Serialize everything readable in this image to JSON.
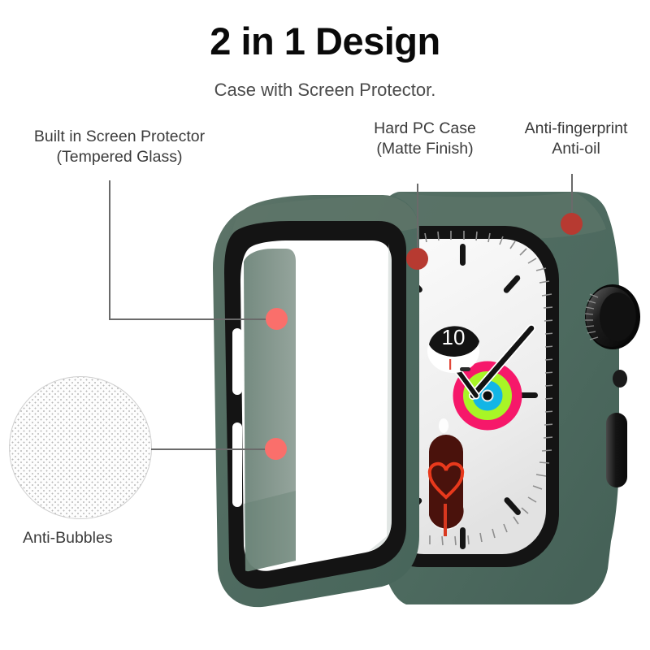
{
  "header": {
    "title": "2 in 1 Design",
    "subtitle": "Case with Screen Protector."
  },
  "callouts": [
    {
      "id": "screen-protector",
      "text": "Built in Screen Protector\n(Tempered Glass)",
      "dot_color": "#fa6f6b"
    },
    {
      "id": "hard-pc-case",
      "text": "Hard PC Case\n(Matte Finish)",
      "dot_color": "#b73a31"
    },
    {
      "id": "anti-fingerprint",
      "text": "Anti-fingerprint\nAnti-oil",
      "dot_color": "#b73a31"
    },
    {
      "id": "anti-bubbles",
      "text": "Anti-Bubbles",
      "dot_color": "#fa6f6b"
    }
  ],
  "watch": {
    "face_hour_label": "10",
    "case_color": "#4f6b60",
    "bezel_color": "#161616",
    "glass_color": "#ffffff",
    "dial_color": "#f2f2f2",
    "ring_move_color": "#f6186a",
    "ring_exercise_color": "#a8f526",
    "ring_stand_color": "#13b5e6",
    "heart_color": "#e8391c"
  },
  "colors": {
    "background": "#ffffff",
    "title": "#0a0a0a",
    "subtitle": "#4b4b4b",
    "label": "#3b3b3b",
    "connector": "#6a6a6a",
    "dot_dark": "#b73a31",
    "dot_light": "#fa6f6b",
    "bubble_dots": "#b9b9b9"
  }
}
